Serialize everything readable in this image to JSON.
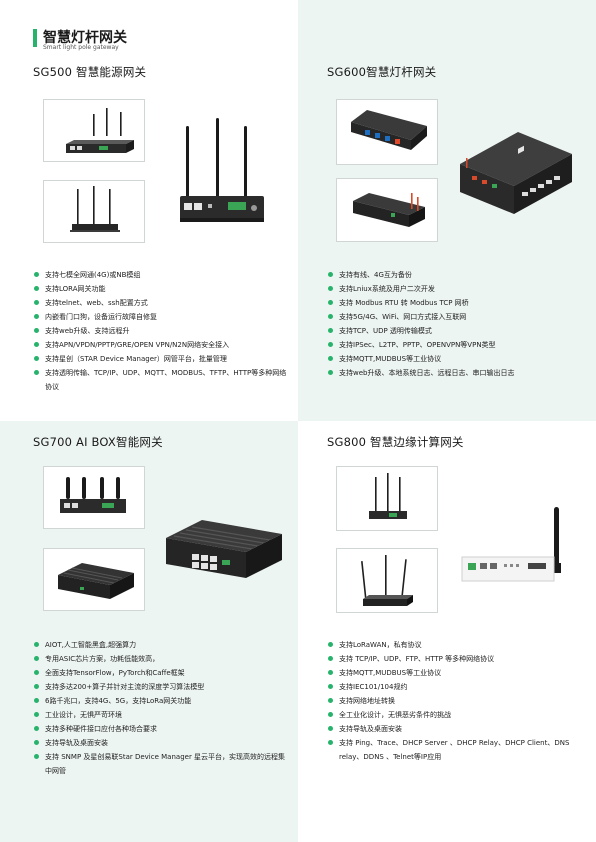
{
  "header": {
    "title": "智慧灯杆网关",
    "subtitle": "Smart light pole gateway"
  },
  "colors": {
    "accent": "#27b36c",
    "panel_bg": "#edf5f2"
  },
  "sections": [
    {
      "title": "SG500 智慧能源网关",
      "features": [
        "支持七模全网通(4G)或NB模组",
        "支持LORA网关功能",
        "支持telnet、web、ssh配置方式",
        "内嵌看门口狗，设备运行故障自修复",
        "支持web升级、支持远程升",
        "支持APN/VPDN/PPTP/GRE/OPEN VPN/N2N网络安全接入",
        "支持星创（STAR  Device Manager）网管平台，批量管理",
        "支持透明传输、TCP/IP、UDP、MQTT、MODBUS、TFTP、HTTP等多种网络协议"
      ]
    },
    {
      "title": "SG600智慧灯杆网关",
      "features": [
        "支持有线、4G互为备份",
        "支持Lniux系统及用户二次开发",
        "支持 Modbus RTU 转 Modbus TCP 网桥",
        "支持5G/4G、WiFi、网口方式接入互联网",
        "支持TCP、UDP 透明传输模式",
        "支持IPSec、L2TP、PPTP、OPENVPN等VPN类型",
        "支持MQTT,MUDBUS等工业协议",
        "支持web升级、本地系统日志、远程日志、串口输出日志"
      ]
    },
    {
      "title": "SG700 AI BOX智能网关",
      "features": [
        "AIOT,人工智能黑盒,超强算力",
        "专用ASIC芯片方案，功耗低能效高，",
        "全面支持TensorFlow，PyTorch和Caffe框架",
        "支持多达200+算子并针对主流的深度学习算法模型",
        "6路千兆口，支持4G、5G，支持LoRa网关功能",
        "工业设计，无惧严苛环境",
        "支持多种硬件接口应付各种场合要求",
        "支持导轨及桌面安装",
        "支持 SNMP 及星创易联Star Device Manager 星云平台，实现高效的远程集中网管"
      ]
    },
    {
      "title": "SG800 智慧边缘计算网关",
      "features": [
        "支持LoRaWAN，私有协议",
        "支持 TCP/IP、UDP、FTP、HTTP 等多种网络协议",
        "支持MQTT,MUDBUS等工业协议",
        "支持IEC101/104规约",
        "支持网络地址转换",
        "全工业化设计，无惧恶劣条件的挑战",
        "支持导轨及桌面安装",
        "支持 Ping、Trace、DHCP Server 、DHCP Relay、DHCP Client、DNS relay、DDNS 、Telnet等IP应用"
      ]
    }
  ]
}
